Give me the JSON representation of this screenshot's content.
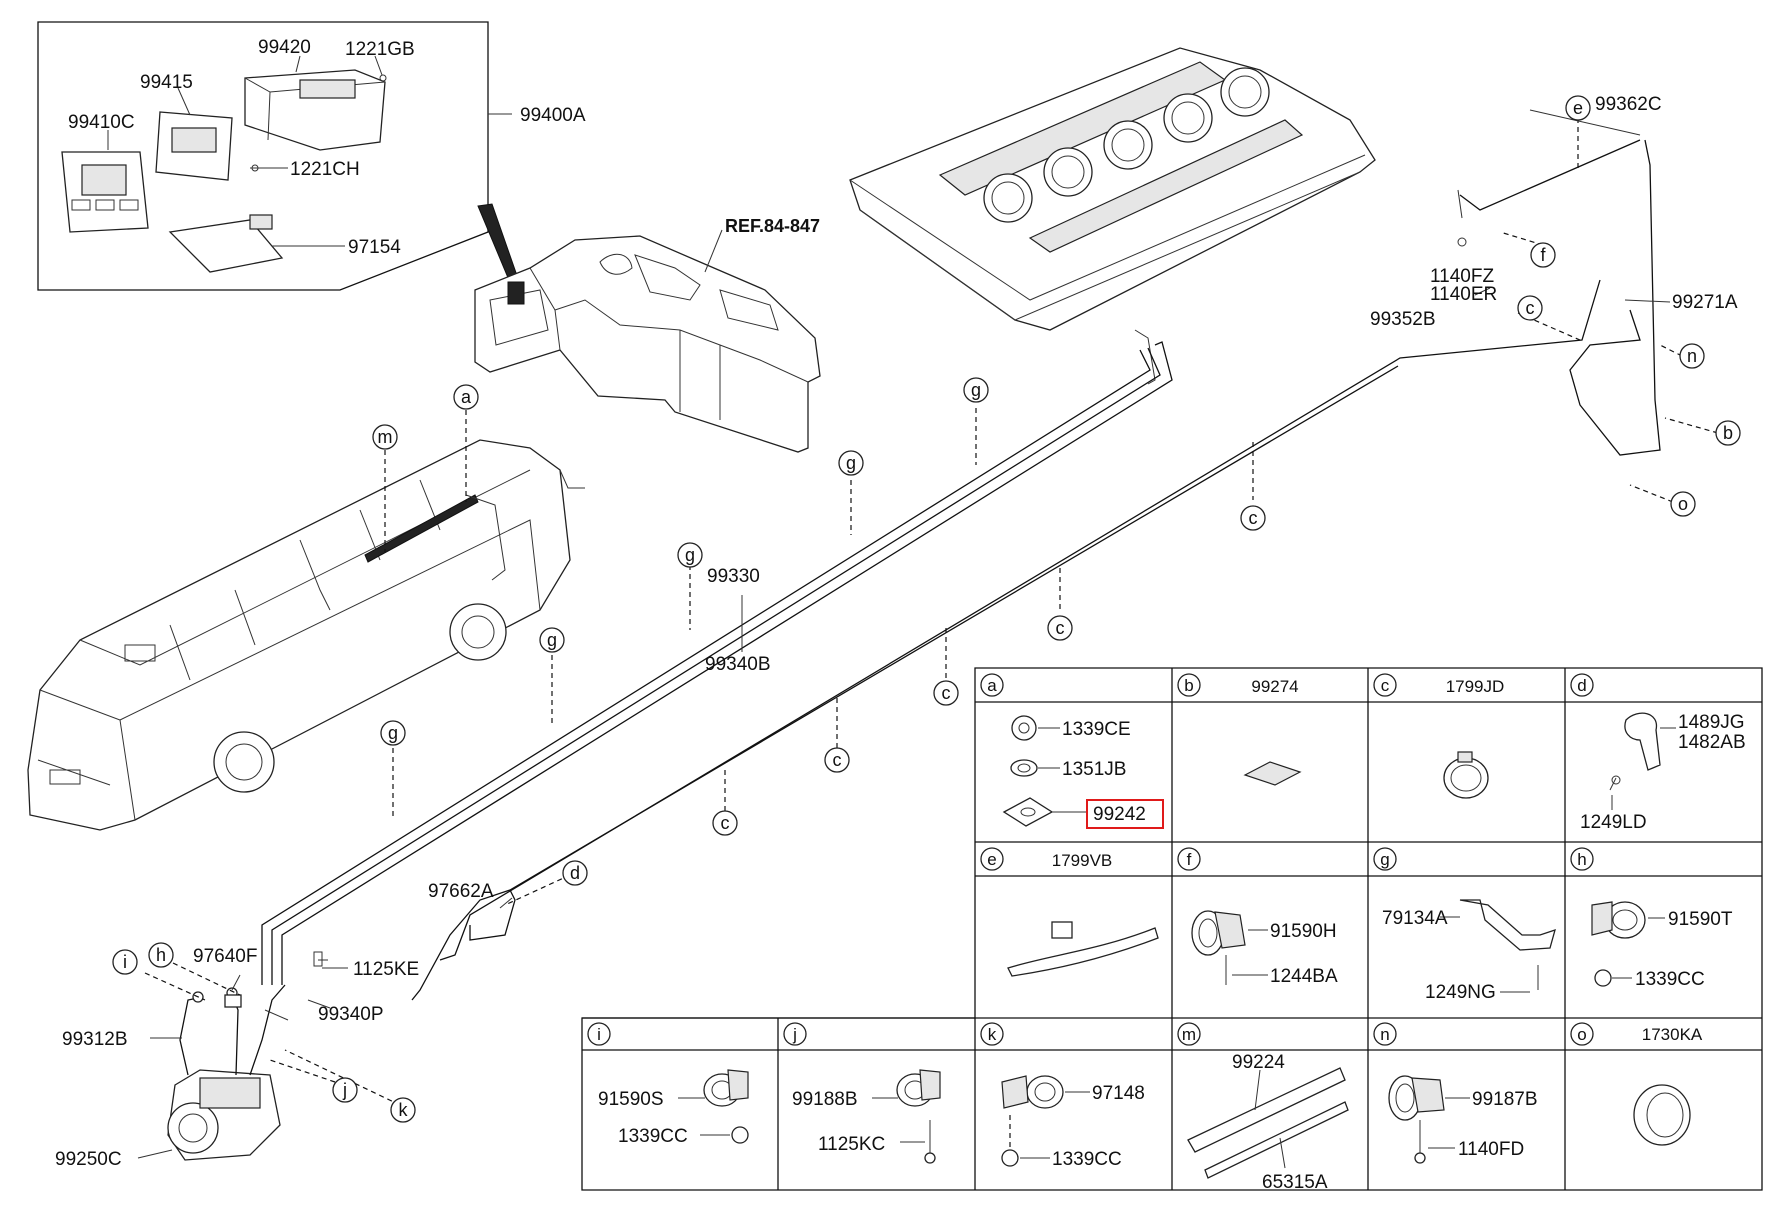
{
  "diagram": {
    "labels": {
      "p99420": "99420",
      "p1221GB": "1221GB",
      "p99415": "99415",
      "p99410C": "99410C",
      "p99400A": "99400A",
      "p1221CH": "1221CH",
      "p97154": "97154",
      "ref": "REF.84-847",
      "p99362C": "99362C",
      "p1140FZ": "1140FZ",
      "p1140ER": "1140ER",
      "p99271A": "99271A",
      "p99352B": "99352B",
      "p99330": "99330",
      "p99340B": "99340B",
      "p97662A": "97662A",
      "p97640F": "97640F",
      "p1125KE": "1125KE",
      "p99340P": "99340P",
      "p99312B": "99312B",
      "p99250C": "99250C"
    },
    "callouts": {
      "a": "a",
      "b": "b",
      "c": "c",
      "d": "d",
      "e": "e",
      "f": "f",
      "g": "g",
      "h": "h",
      "i": "i",
      "j": "j",
      "k": "k",
      "m": "m",
      "n": "n",
      "o": "o"
    },
    "table": {
      "a": {
        "key": "a",
        "title": "",
        "parts": [
          "1339CE",
          "1351JB",
          "99242"
        ],
        "highlighted": "99242"
      },
      "b": {
        "key": "b",
        "title": "99274"
      },
      "c": {
        "key": "c",
        "title": "1799JD"
      },
      "d": {
        "key": "d",
        "title": "",
        "parts": [
          "1489JG",
          "1482AB",
          "1249LD"
        ]
      },
      "e": {
        "key": "e",
        "title": "1799VB"
      },
      "f": {
        "key": "f",
        "title": "",
        "parts": [
          "91590H",
          "1244BA"
        ]
      },
      "g": {
        "key": "g",
        "title": "",
        "parts": [
          "79134A",
          "1249NG"
        ]
      },
      "h": {
        "key": "h",
        "title": "",
        "parts": [
          "91590T",
          "1339CC"
        ]
      },
      "i": {
        "key": "i",
        "title": "",
        "parts": [
          "91590S",
          "1339CC"
        ]
      },
      "j": {
        "key": "j",
        "title": "",
        "parts": [
          "99188B",
          "1125KC"
        ]
      },
      "k": {
        "key": "k",
        "title": "",
        "parts": [
          "97148",
          "1339CC"
        ]
      },
      "m": {
        "key": "m",
        "title": "",
        "parts": [
          "99224",
          "65315A"
        ]
      },
      "n": {
        "key": "n",
        "title": "",
        "parts": [
          "99187B",
          "1140FD"
        ]
      },
      "o": {
        "key": "o",
        "title": "1730KA"
      }
    },
    "colors": {
      "line": "#111111",
      "highlight": "#e01a1a",
      "background": "#ffffff"
    }
  }
}
